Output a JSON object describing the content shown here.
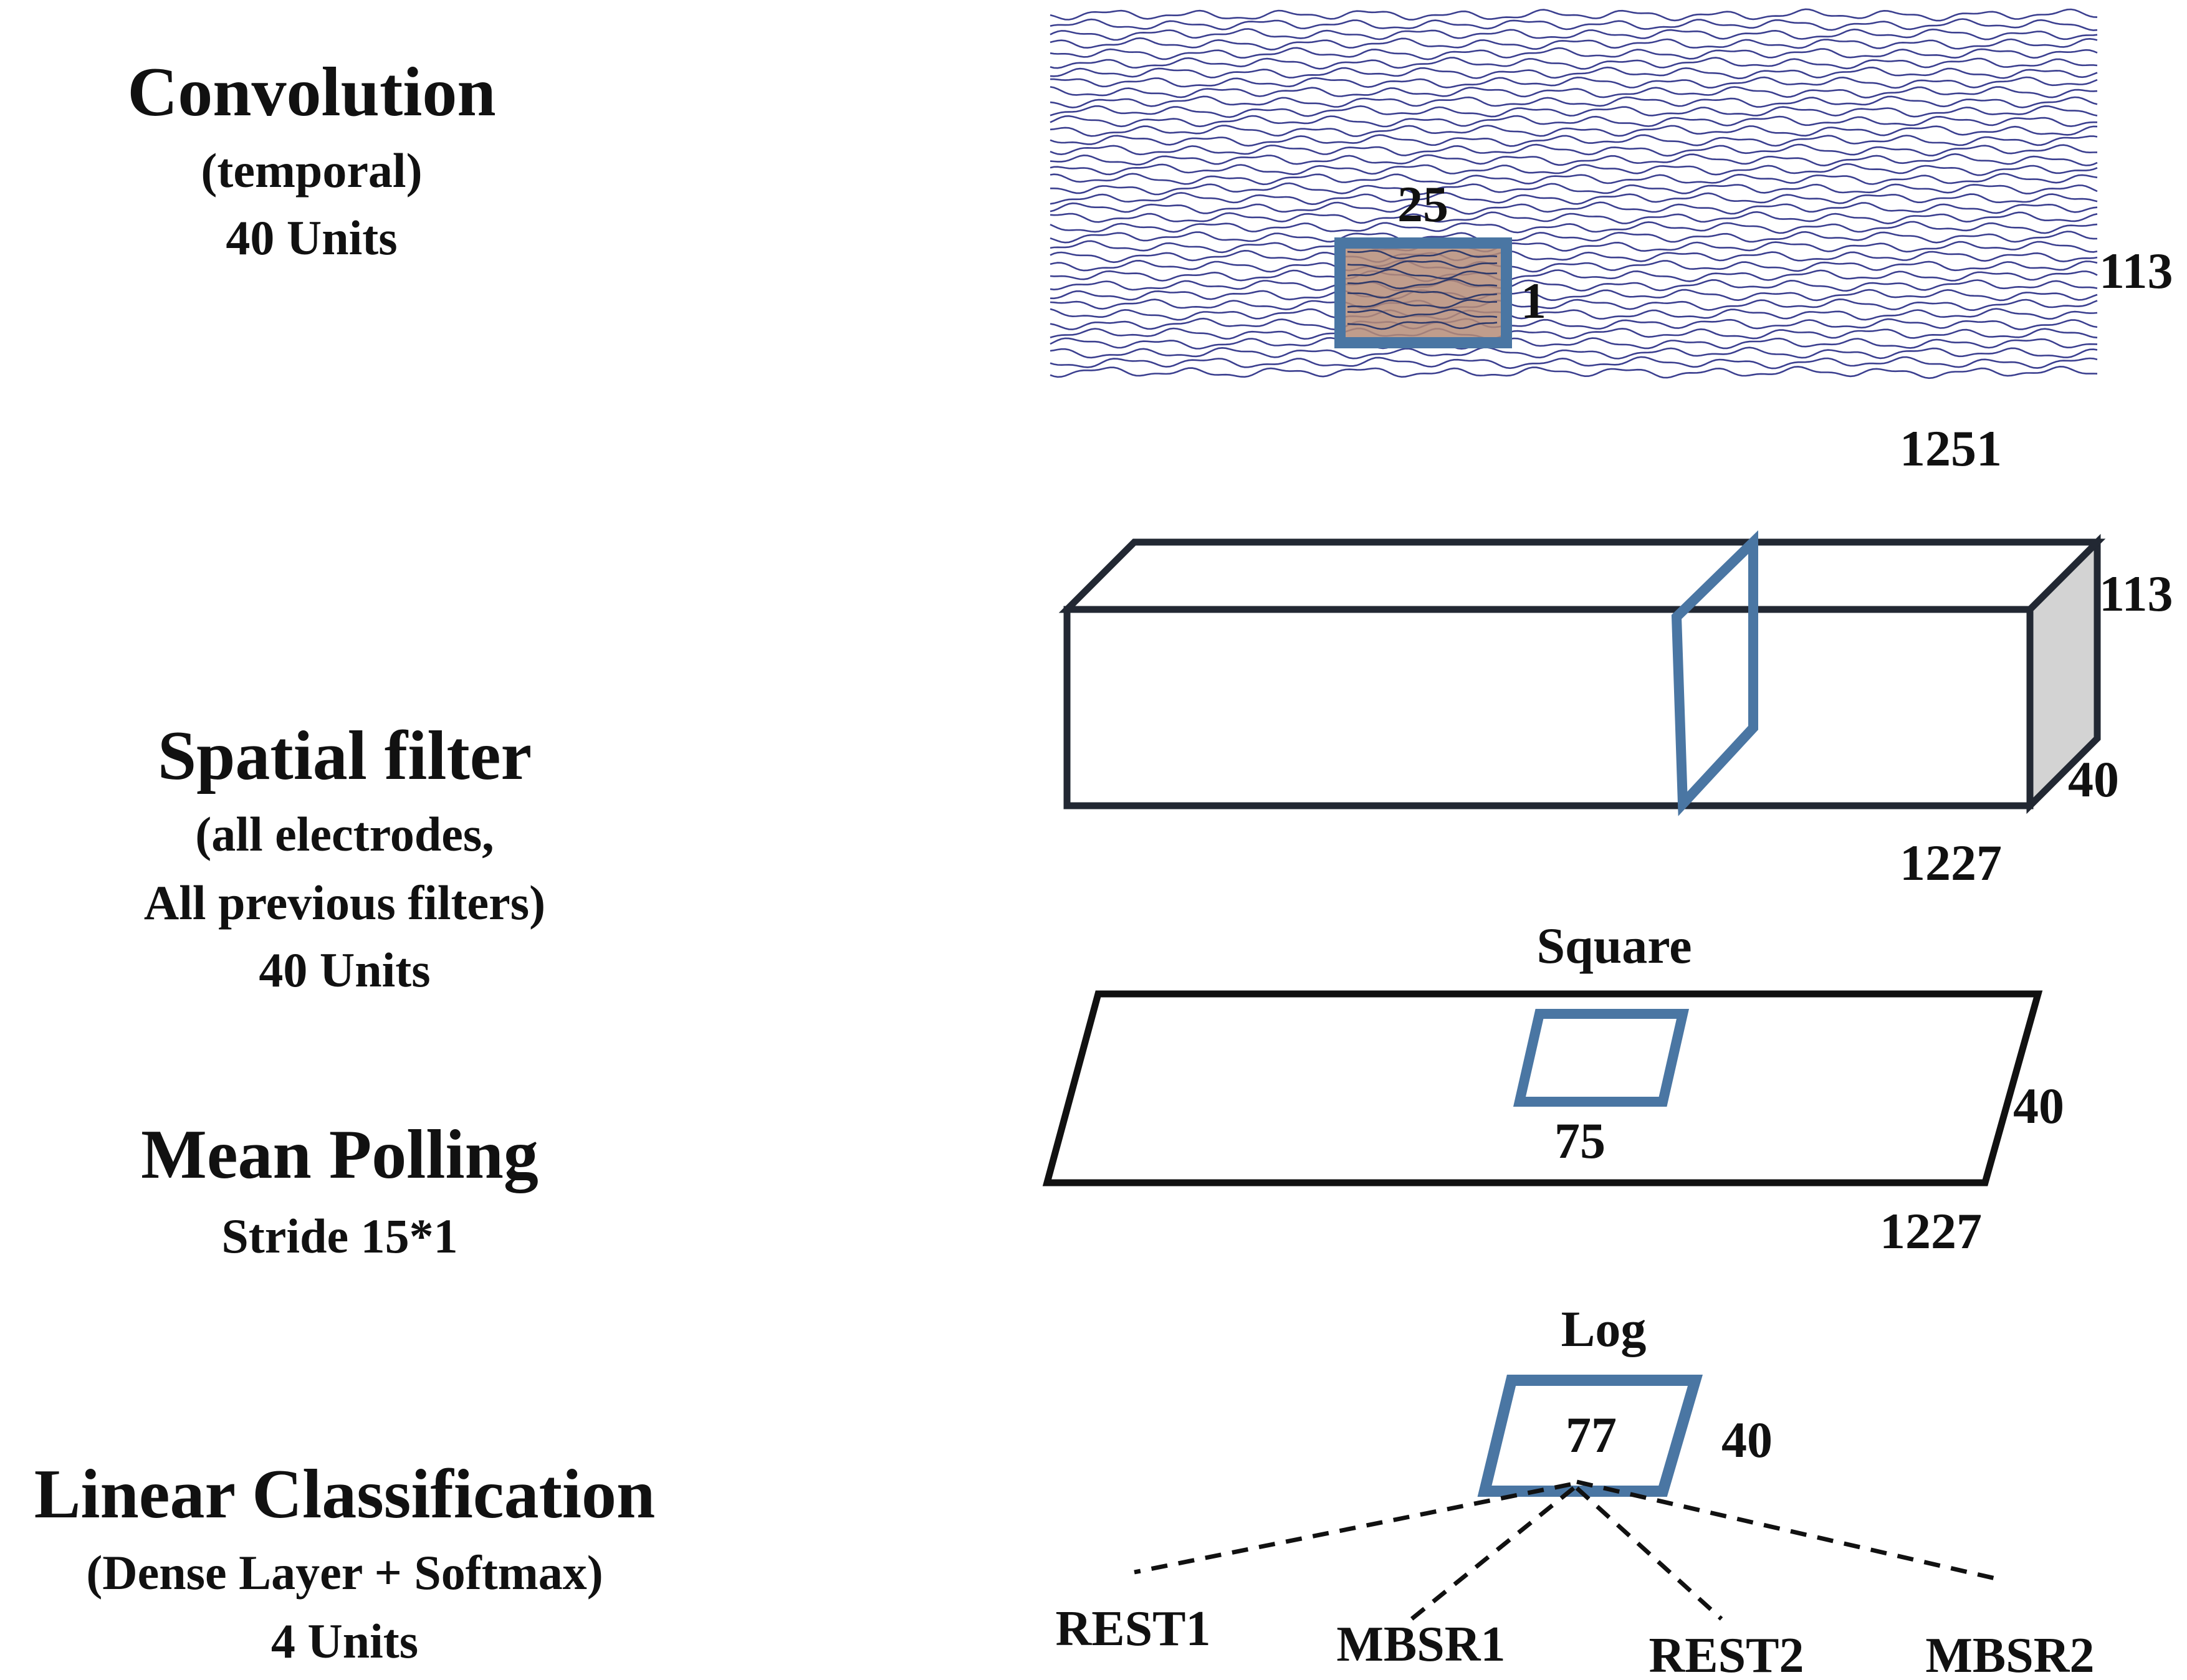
{
  "stages": {
    "convolution": {
      "title": "Convolution",
      "line1": "(temporal)",
      "line2": "40 Units"
    },
    "spatial": {
      "title": "Spatial filter",
      "line1": "(all electrodes,",
      "line2": "All previous filters)",
      "line3": "40 Units"
    },
    "pooling": {
      "title": "Mean Polling",
      "line1": "Stride 15*1"
    },
    "classification": {
      "title": "Linear Classification",
      "line1": "(Dense Layer + Softmax)",
      "line2": "4 Units"
    }
  },
  "conv_block": {
    "kernel_width": "25",
    "kernel_height": "1",
    "channels": "113",
    "length": "1251"
  },
  "spatial_block": {
    "channels": "113",
    "depth": "40",
    "length": "1227"
  },
  "square_block": {
    "op_label": "Square",
    "window": "75",
    "depth": "40",
    "length": "1227"
  },
  "log_block": {
    "op_label": "Log",
    "size": "77",
    "depth": "40"
  },
  "classes": [
    "REST1",
    "MBSR1",
    "REST2",
    "MBSR2"
  ],
  "colors": {
    "accent": "#4a76a3",
    "kernel_fill": "#b58c78",
    "signal": "#3b3f8f",
    "outline": "#222833",
    "side_face": "#d3d3d3"
  }
}
